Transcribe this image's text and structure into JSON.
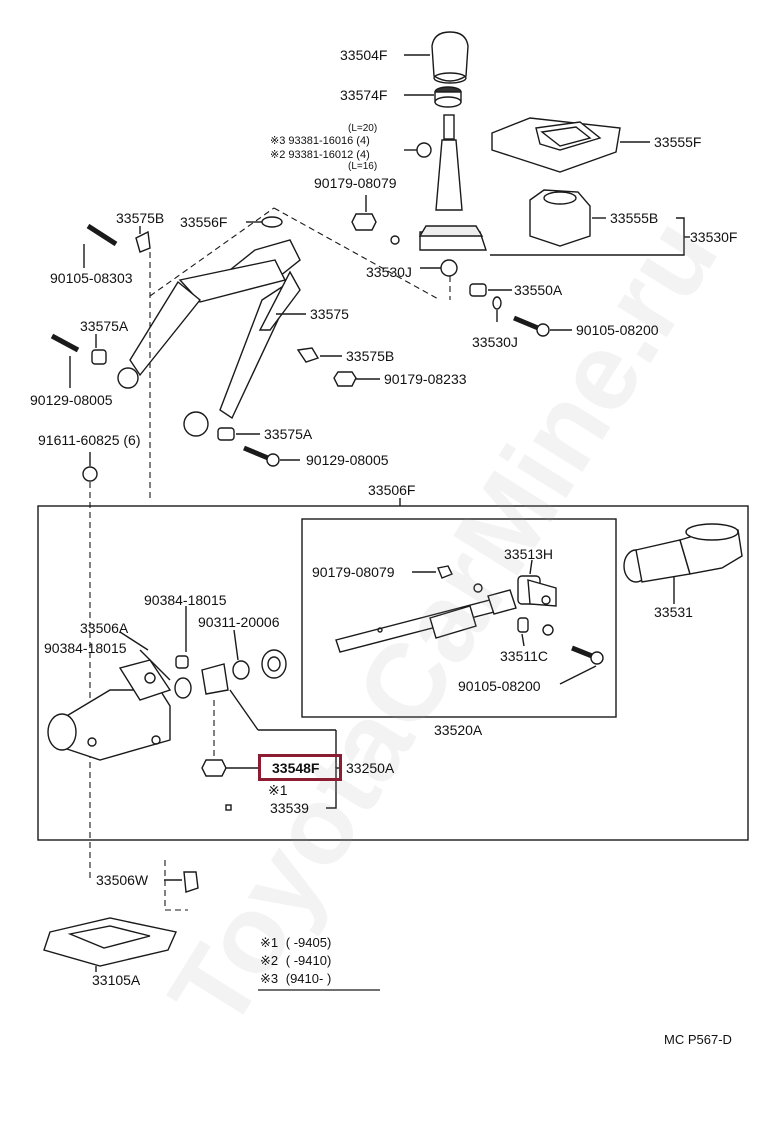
{
  "labels": {
    "p33504F": "33504F",
    "p33574F": "33574F",
    "l20": "(L=20)",
    "p93381_16016": "※3 93381-16016 (4)",
    "p93381_16012": "※2 93381-16012 (4)",
    "l16": "(L=16)",
    "p90179_08079a": "90179-08079",
    "p33555F": "33555F",
    "p33555B": "33555B",
    "p33530F": "33530F",
    "p33575B_a": "33575B",
    "p33556F": "33556F",
    "p90105_08303": "90105-08303",
    "p33530J_a": "33530J",
    "p33550A": "33550A",
    "p33575": "33575",
    "p33530J_b": "33530J",
    "p90105_08200a": "90105-08200",
    "p33575A_a": "33575A",
    "p33575B_b": "33575B",
    "p90179_08233": "90179-08233",
    "p90129_08005a": "90129-08005",
    "p33575A_b": "33575A",
    "p91611_60825": "91611-60825 (6)",
    "p90129_08005b": "90129-08005",
    "p33506F": "33506F",
    "p33513H": "33513H",
    "p90179_08079b": "90179-08079",
    "p33531": "33531",
    "p90384_18015a": "90384-18015",
    "p90311_20006": "90311-20006",
    "p33506A": "33506A",
    "p90384_18015b": "90384-18015",
    "p33511C": "33511C",
    "p90105_08200b": "90105-08200",
    "p33520A": "33520A",
    "p33548F": "33548F",
    "p33250A": "33250A",
    "mark1": "※1",
    "p33539": "33539",
    "p33506W": "33506W",
    "p33105A": "33105A",
    "ref": "MC  P567-D"
  },
  "notes": [
    {
      "mark": "※1",
      "range": "(      -9405)"
    },
    {
      "mark": "※2",
      "range": "(      -9410)"
    },
    {
      "mark": "※3",
      "range": "(9410-        )"
    }
  ],
  "watermark": "ToyotaCarMine.ru",
  "colors": {
    "line": "#1a1a1a",
    "highlight": "#8b1c32"
  }
}
